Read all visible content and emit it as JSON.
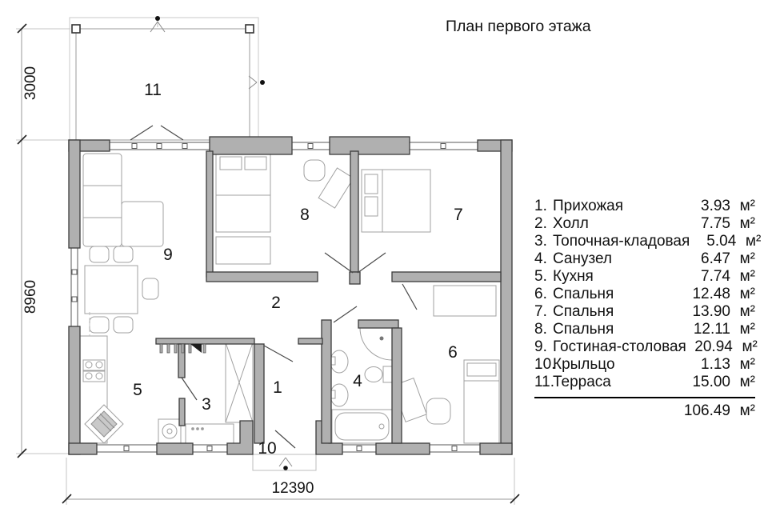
{
  "title": "План первого этажа",
  "plan": {
    "rooms": {
      "r1": "1",
      "r2": "2",
      "r3": "3",
      "r4": "4",
      "r5": "5",
      "r6": "6",
      "r7": "7",
      "r8": "8",
      "r9": "9",
      "r10": "10",
      "r11": "11"
    },
    "dimensions": {
      "terrace_depth": "3000",
      "house_depth": "8960",
      "house_width": "12390"
    }
  },
  "legend": {
    "rows": [
      {
        "num": "1.",
        "name": "Прихожая",
        "area": "3.93",
        "unit": "м²"
      },
      {
        "num": "2.",
        "name": "Холл",
        "area": "7.75",
        "unit": "м²"
      },
      {
        "num": "3.",
        "name": "Топочная-кладовая",
        "area": "5.04",
        "unit": "м²"
      },
      {
        "num": "4.",
        "name": "Санузел",
        "area": "6.47",
        "unit": "м²"
      },
      {
        "num": "5.",
        "name": "Кухня",
        "area": "7.74",
        "unit": "м²"
      },
      {
        "num": "6.",
        "name": "Спальня",
        "area": "12.48",
        "unit": "м²"
      },
      {
        "num": "7.",
        "name": "Спальня",
        "area": "13.90",
        "unit": "м²"
      },
      {
        "num": "8.",
        "name": "Спальня",
        "area": "12.11",
        "unit": "м²"
      },
      {
        "num": "9.",
        "name": "Гостиная-столовая",
        "area": "20.94",
        "unit": "м²"
      },
      {
        "num": "10.",
        "name": "Крыльцо",
        "area": "1.13",
        "unit": "м²"
      },
      {
        "num": "11.",
        "name": "Терраса",
        "area": "15.00",
        "unit": "м²"
      }
    ],
    "total": {
      "area": "106.49",
      "unit": "м²"
    }
  },
  "colors": {
    "wall_fill": "#b0b0b0",
    "wall_stroke": "#3c3c3c",
    "furniture_line": "#a0a0a0",
    "text": "#141414"
  }
}
